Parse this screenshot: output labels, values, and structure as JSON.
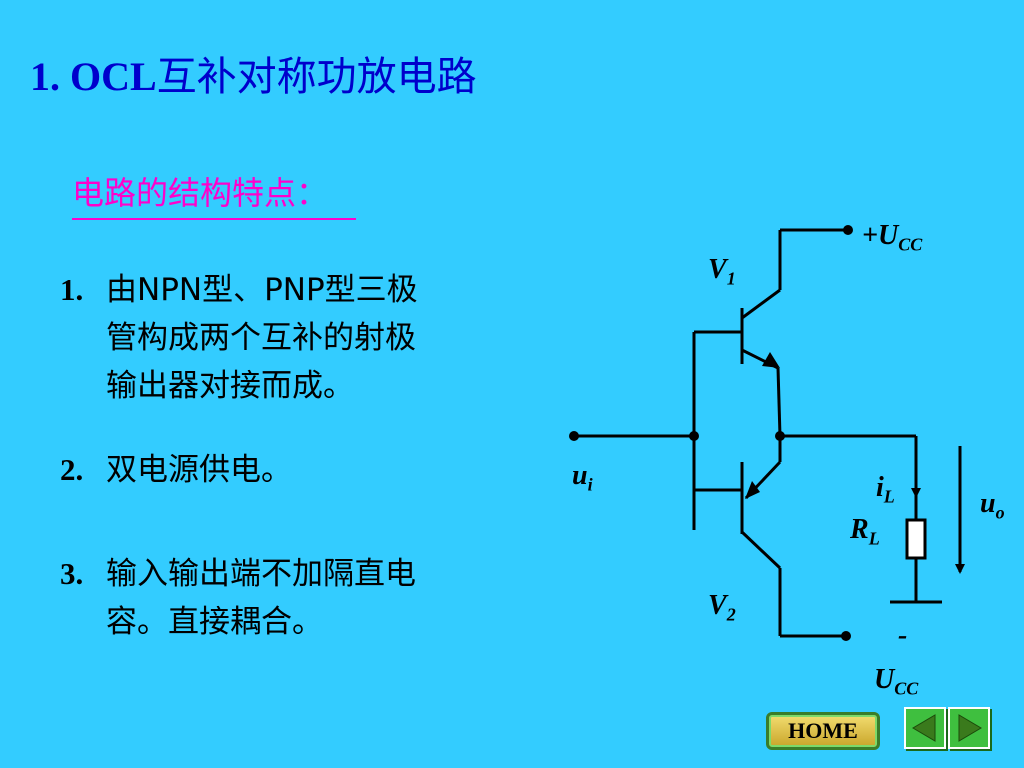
{
  "title": {
    "number": "1. OCL",
    "text": "互补对称功放电路"
  },
  "subtitle": "电路的结构特点：",
  "points": [
    {
      "num": "1.",
      "line1": "由NPN型、PNP型三极",
      "line2": "管构成两个互补的射极",
      "line3": "输出器对接而成。"
    },
    {
      "num": "2.",
      "line1": "双电源供电。"
    },
    {
      "num": "3.",
      "line1": "输入输出端不加隔直电",
      "line2": "容。直接耦合。"
    }
  ],
  "circuit": {
    "vcc_pos": {
      "sign": "+",
      "main": "U",
      "sub": "CC"
    },
    "vcc_neg": {
      "sign": "-",
      "main": "U",
      "sub": "CC"
    },
    "v1": {
      "main": "V",
      "sub": "1"
    },
    "v2": {
      "main": "V",
      "sub": "2"
    },
    "ui": {
      "main": "u",
      "sub": "i"
    },
    "il": {
      "main": "i",
      "sub": "L"
    },
    "rl": {
      "main": "R",
      "sub": "L"
    },
    "uo": {
      "main": "u",
      "sub": "o"
    }
  },
  "nav": {
    "home_label": "HOME"
  }
}
